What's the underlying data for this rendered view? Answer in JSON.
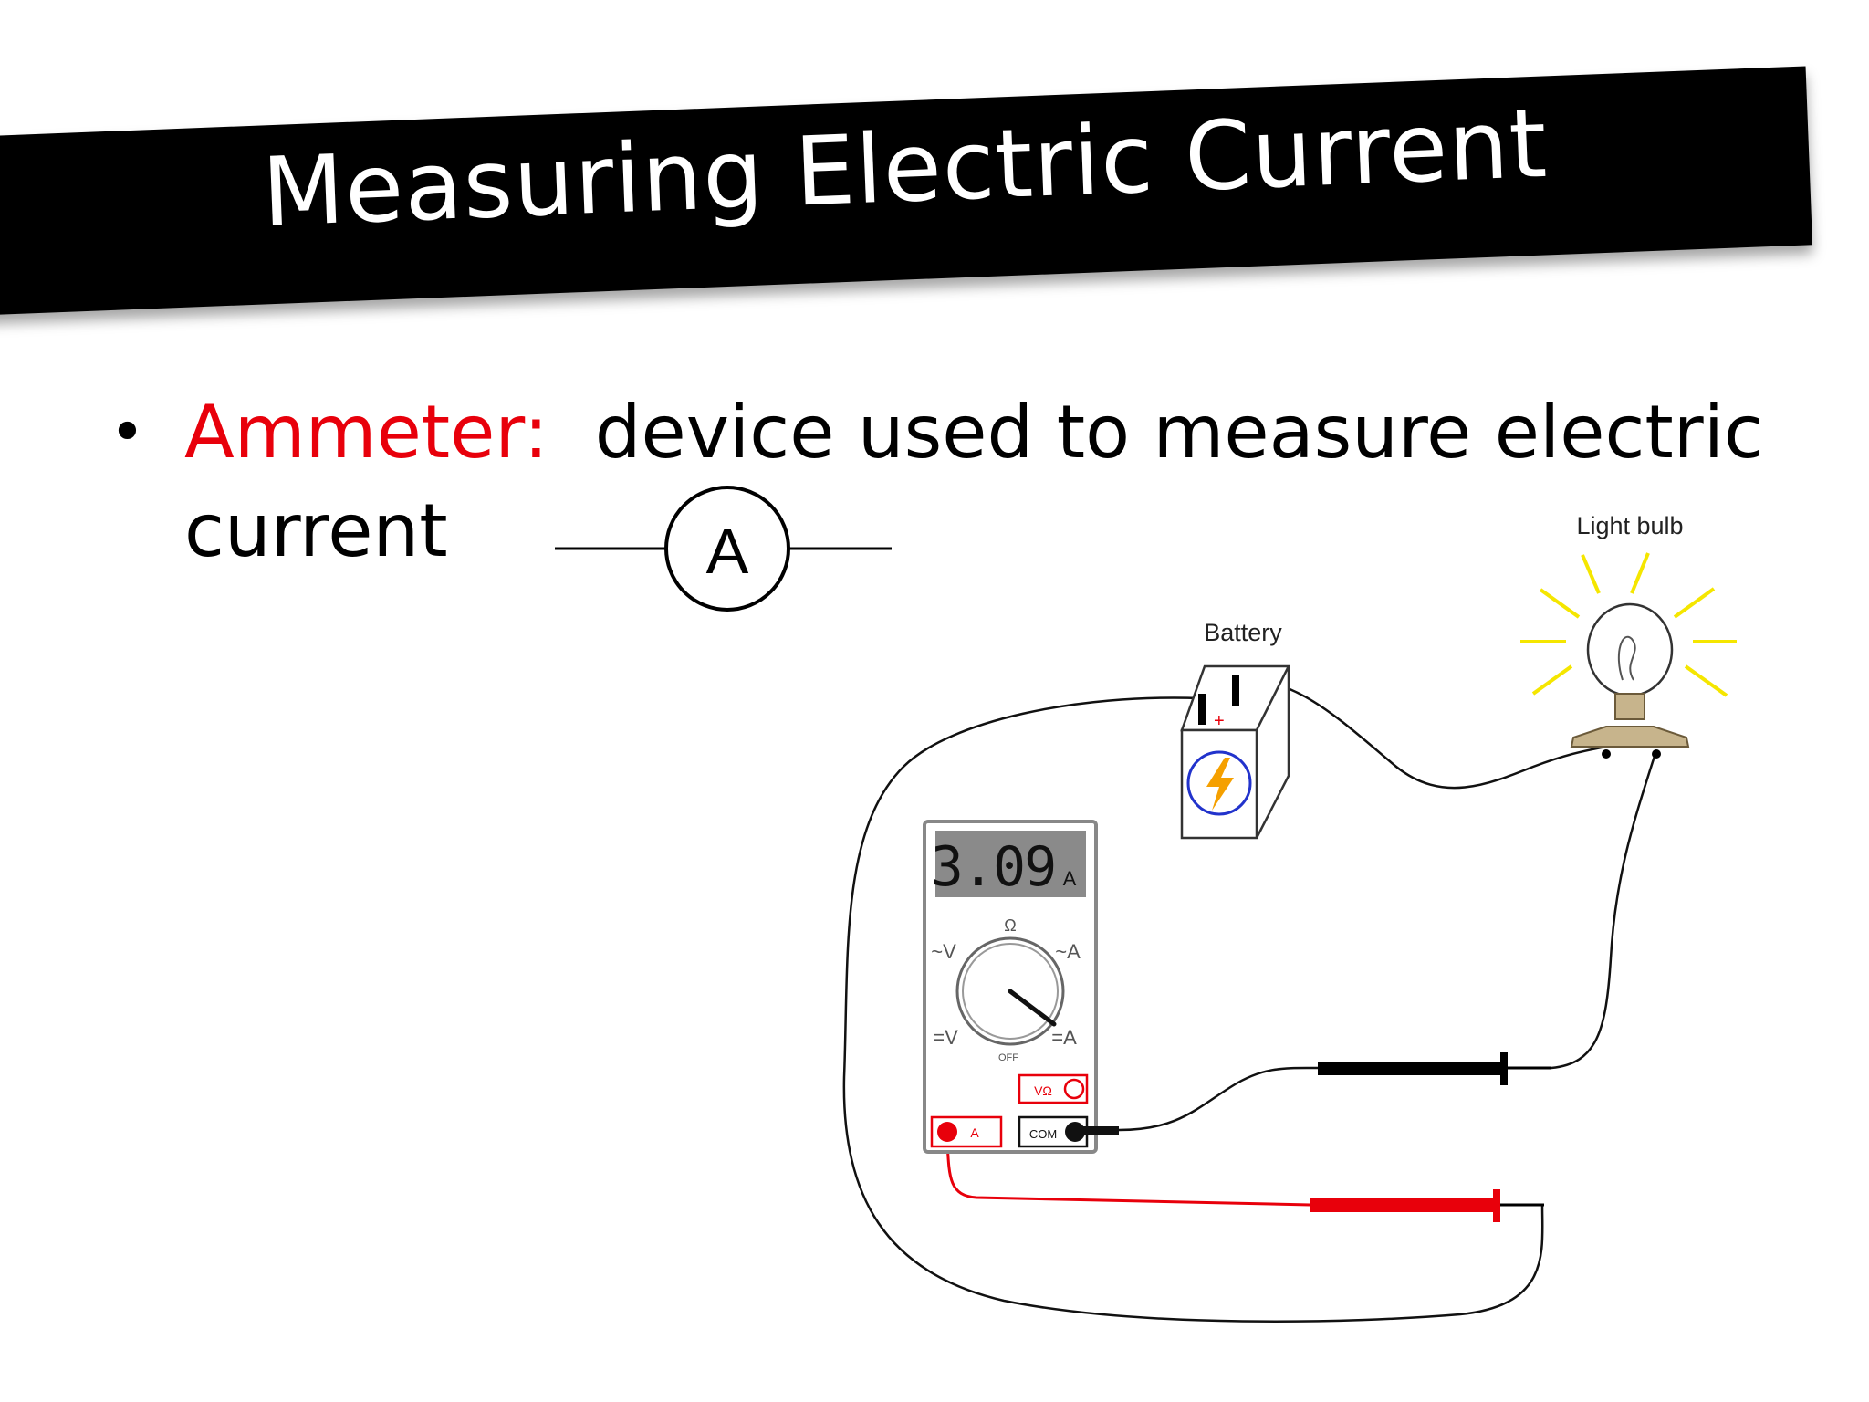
{
  "slide": {
    "title": "Measuring Electric Current",
    "bullet": {
      "marker": "•",
      "term": "Ammeter:",
      "definition": "device used to measure electric",
      "continuation": "current"
    },
    "ammeter_symbol_letter": "A"
  },
  "diagram": {
    "battery_label": "Battery",
    "battery_plus": "+",
    "bulb_label": "Light bulb",
    "multimeter": {
      "reading": "3.09",
      "reading_unit": "A",
      "dial_ohm": "Ω",
      "dial_left_top": "~V",
      "dial_right_top": "~A",
      "dial_left_bottom": "=V",
      "dial_right_bottom": "=A",
      "dial_off": "OFF",
      "jack_vohm": "VΩ",
      "jack_a": "A",
      "jack_com": "COM"
    }
  },
  "colors": {
    "title_band": "#000000",
    "title_text": "#ffffff",
    "term": "#e8000b",
    "probe_red": "#e8000b",
    "probe_black": "#000000",
    "bulb_glow": "#f5e600",
    "battery_bolt": "#f5a000"
  }
}
